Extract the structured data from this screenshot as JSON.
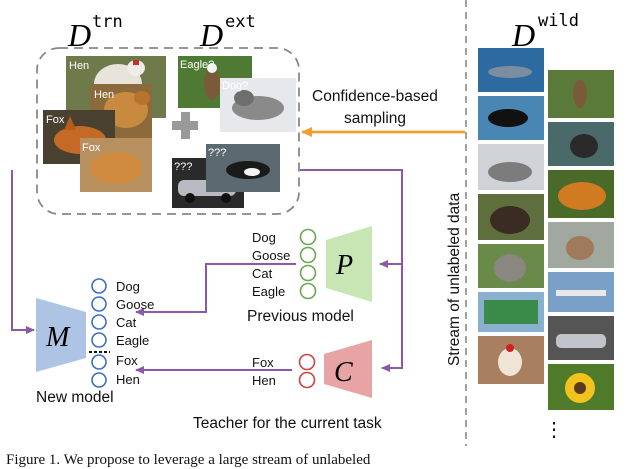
{
  "sets": {
    "trn": {
      "letter": "D",
      "sup": "trn"
    },
    "ext": {
      "letter": "D",
      "sup": "ext"
    },
    "wild": {
      "letter": "D",
      "sup": "wild"
    }
  },
  "image_labels": {
    "hen1": "Hen",
    "hen2": "Hen",
    "fox1": "Fox",
    "fox2": "Fox",
    "eagle": "Eagle?",
    "dog": "Dog?",
    "q1": "???",
    "q2": "???"
  },
  "sampling_label": {
    "line1": "Confidence-based",
    "line2": "sampling"
  },
  "stream_label": "Stream of unlabeled data",
  "previous_model": {
    "letter": "P",
    "classes": [
      "Dog",
      "Goose",
      "Cat",
      "Eagle"
    ],
    "caption": "Previous model"
  },
  "teacher": {
    "letter": "C",
    "classes": [
      "Fox",
      "Hen"
    ],
    "caption": "Teacher for the current task"
  },
  "new_model": {
    "letter": "M",
    "classes": [
      "Dog",
      "Goose",
      "Cat",
      "Eagle",
      "Fox",
      "Hen"
    ],
    "caption": "New model"
  },
  "ellipsis": "⋮",
  "caption_text": "Figure 1.   We propose to leverage a large stream of unlabeled",
  "colors": {
    "arrow_purple": "#8a5aa8",
    "arrow_orange": "#f0a030",
    "node_blue": "#3a6fc4",
    "new_model_fill": "#aec4e4",
    "prev_model_fill": "#c8e6b4",
    "teacher_fill": "#e8a4a4",
    "green_circle": "#6aa84f",
    "red_circle": "#cc4444"
  }
}
